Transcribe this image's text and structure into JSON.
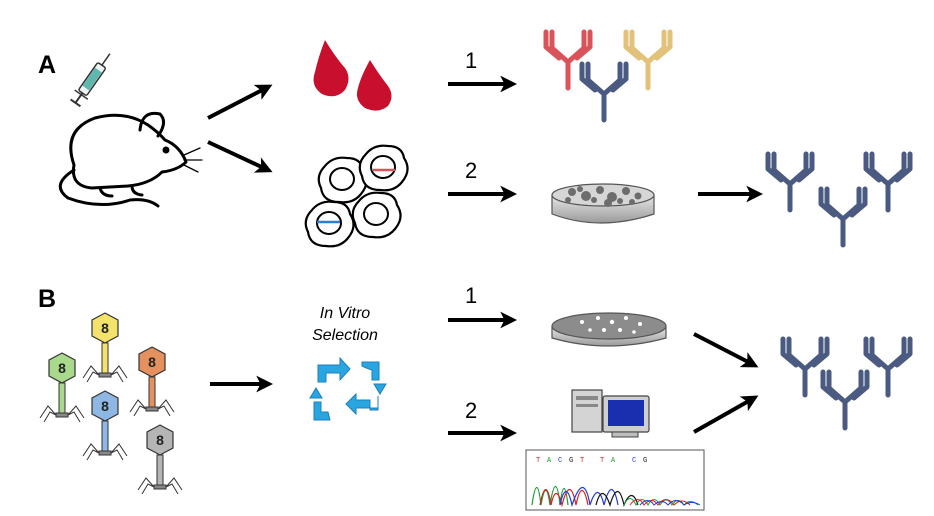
{
  "panels": {
    "a": {
      "label": "A",
      "route1": "1",
      "route2": "2"
    },
    "b": {
      "label": "B",
      "route1": "1",
      "route2": "2",
      "selection_line1": "In Vitro",
      "selection_line2": "Selection"
    }
  },
  "icons": {
    "syringe": "syringe-icon",
    "mouse": "mouse-icon",
    "blood": "blood-drop-icon",
    "cells": "b-cell-icon",
    "culture_dish": "petri-dish-icon",
    "antibody": "antibody-icon",
    "phage": "bacteriophage-icon",
    "cycle": "cycle-arrows-icon",
    "computer": "computer-icon",
    "chromatogram": "sequencing-chromatogram"
  },
  "colors": {
    "antibody_blue": "#4a5a80",
    "antibody_red": "#d9535a",
    "antibody_yellow": "#e2c27a",
    "blood": "#c8102e",
    "cycle": "#29a6e2",
    "phage_green": "#a9d98b",
    "phage_yellow": "#f4e36b",
    "phage_orange": "#e5905f",
    "phage_blue": "#8fb7e3",
    "phage_gray": "#b5b5b5"
  },
  "sequence": [
    "T",
    "A",
    "C",
    "G",
    "T",
    "T",
    "A",
    "C",
    "G"
  ]
}
